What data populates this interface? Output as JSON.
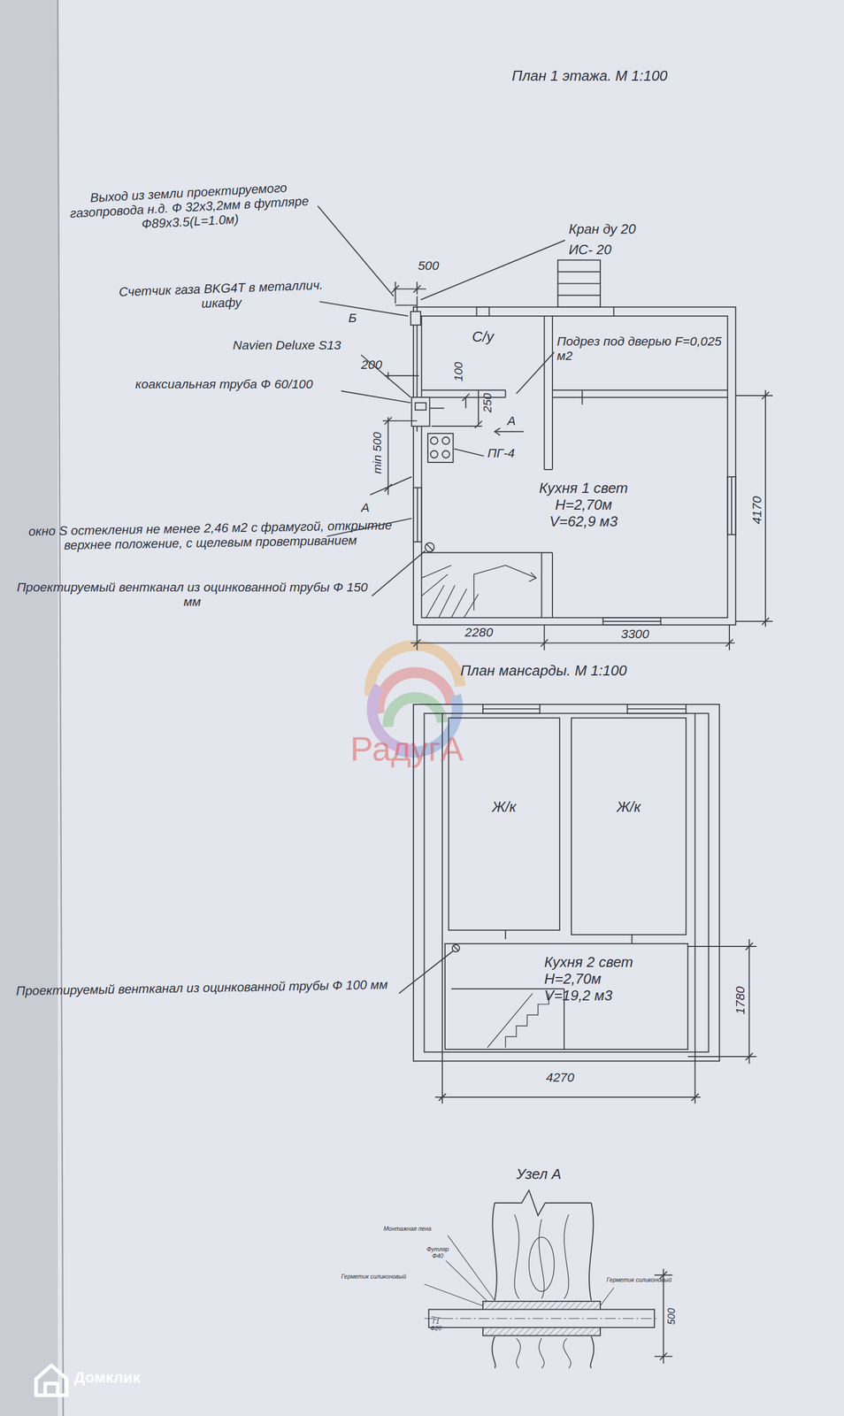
{
  "diagram": {
    "nodes": [
      {
        "text": [
          "С/у"
        ]
      },
      {
        "text": [
          "Кухня 1 свет",
          "H=2,70м V=62,9 м3"
        ]
      },
      {
        "text": [
          "Ж/к"
        ]
      },
      {
        "text": [
          "Ж/к"
        ]
      },
      {
        "text": [
          "Кухня 2 свет",
          "H=2,70м V=19,2 м3"
        ]
      }
    ],
    "labels": [
      "План 1 этажа. М 1:100",
      "Выход из земли проектируемого газопровода н.д. Ф 32х3,2мм в футляре Ф89х3.5(L=1.0м)",
      "500",
      "Кран ду 20",
      "ИС- 20",
      "Счетчик газа BKG4T в металлич. шкафу",
      "Б",
      "Navien Deluxe S13",
      "200",
      "коаксиальная труба Ф 60/100",
      "100",
      "250",
      "А",
      "Подрез под дверью F=0,025 м2",
      "ПГ-4",
      "min 500",
      "А",
      "окно S остекления не менее 2,46 м2 с фрамугой, открытие верхнее положение, с щелевым проветриванием",
      "Проектируемый вентканал из оцинкованной трубы Ф 150 мм",
      "4170",
      "2280",
      "3300",
      "План мансарды. М 1:100",
      "РадугА",
      "Проектируемый вентканал из оцинкованной трубы Ф 100 мм",
      "1780",
      "4270",
      "Узел А",
      "Монтажная пена",
      "Футляр Ф40",
      "Герметик силиконовый",
      "Герметик силиконовый",
      "Г1 Ф20",
      "500",
      "Домклик"
    ]
  }
}
